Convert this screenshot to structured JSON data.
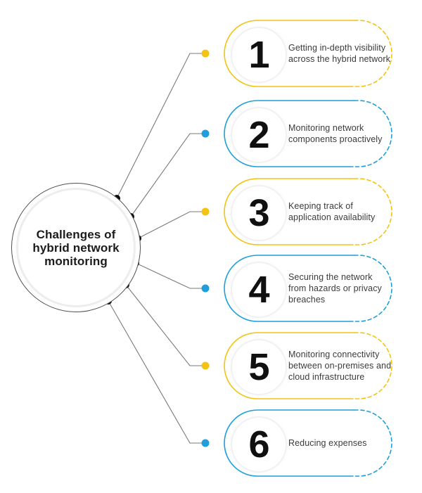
{
  "title": "Challenges of\nhybrid network\nmonitoring",
  "items": [
    {
      "number": "1",
      "accent": "yellow",
      "text": "Getting in-depth visibility\nacross the hybrid network"
    },
    {
      "number": "2",
      "accent": "blue",
      "text": "Monitoring network\ncomponents proactively"
    },
    {
      "number": "3",
      "accent": "yellow",
      "text": "Keeping track of\napplication availability"
    },
    {
      "number": "4",
      "accent": "blue",
      "text": "Securing the network\nfrom hazards or privacy\nbreaches"
    },
    {
      "number": "5",
      "accent": "yellow",
      "text": "Monitoring connectivity\nbetween on-premises and\ncloud infrastructure"
    },
    {
      "number": "6",
      "accent": "blue",
      "text": "Reducing expenses"
    }
  ],
  "colors": {
    "yellow": "#F3C313",
    "blue": "#1E9FDC",
    "number_text": "#101010",
    "body_text": "#3B3B3B",
    "connector_line": "#7A7A7A",
    "node_dot": "#0B0B0B"
  }
}
